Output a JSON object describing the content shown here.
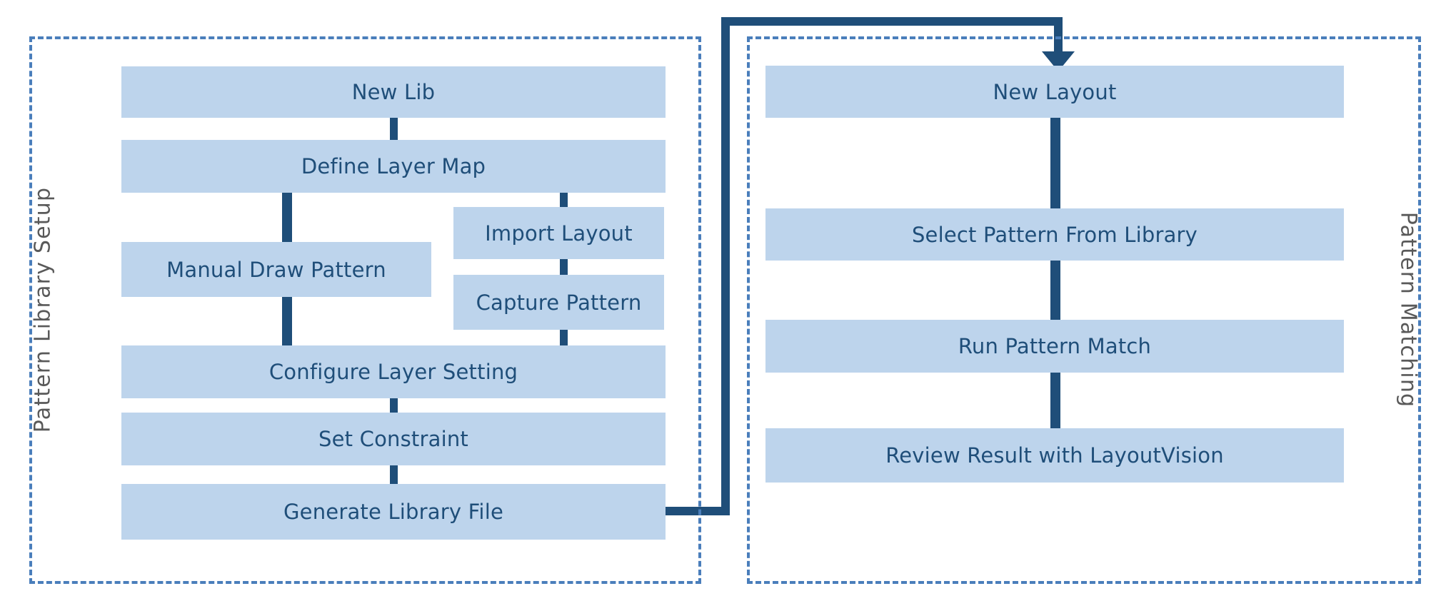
{
  "diagram": {
    "type": "flowchart",
    "colors": {
      "node_fill": "#bdd4ec",
      "node_text": "#1f4e79",
      "connector": "#1f4e79",
      "group_border": "#4a7ebb",
      "group_label_text": "#595959",
      "background": "#ffffff"
    },
    "groups": [
      {
        "id": "pattern-library-setup",
        "label": "Pattern Library Setup",
        "label_orientation": "vertical-left",
        "nodes": [
          {
            "id": "new-lib",
            "label": "New Lib"
          },
          {
            "id": "define-layer-map",
            "label": "Define Layer Map"
          },
          {
            "id": "manual-draw-pattern",
            "label": "Manual Draw Pattern"
          },
          {
            "id": "import-layout",
            "label": "Import Layout"
          },
          {
            "id": "capture-pattern",
            "label": "Capture Pattern"
          },
          {
            "id": "configure-layer-setting",
            "label": "Configure Layer Setting"
          },
          {
            "id": "set-constraint",
            "label": "Set Constraint"
          },
          {
            "id": "generate-library-file",
            "label": "Generate Library File"
          }
        ],
        "edges": [
          {
            "from": "new-lib",
            "to": "define-layer-map"
          },
          {
            "from": "define-layer-map",
            "to": "manual-draw-pattern"
          },
          {
            "from": "define-layer-map",
            "to": "import-layout"
          },
          {
            "from": "import-layout",
            "to": "capture-pattern"
          },
          {
            "from": "manual-draw-pattern",
            "to": "configure-layer-setting"
          },
          {
            "from": "capture-pattern",
            "to": "configure-layer-setting"
          },
          {
            "from": "configure-layer-setting",
            "to": "set-constraint"
          },
          {
            "from": "set-constraint",
            "to": "generate-library-file"
          }
        ]
      },
      {
        "id": "pattern-matching",
        "label": "Pattern Matching",
        "label_orientation": "vertical-right",
        "nodes": [
          {
            "id": "new-layout",
            "label": "New Layout"
          },
          {
            "id": "select-pattern-from-library",
            "label": "Select Pattern From Library"
          },
          {
            "id": "run-pattern-match",
            "label": "Run Pattern Match"
          },
          {
            "id": "review-result-with-layoutvision",
            "label": "Review Result with LayoutVision"
          }
        ],
        "edges": [
          {
            "from": "new-layout",
            "to": "select-pattern-from-library"
          },
          {
            "from": "select-pattern-from-library",
            "to": "run-pattern-match"
          },
          {
            "from": "run-pattern-match",
            "to": "review-result-with-layoutvision"
          }
        ]
      }
    ],
    "cross_group_edges": [
      {
        "from": "generate-library-file",
        "to": "new-layout",
        "arrowhead": true,
        "routing": "orthogonal-over-top"
      }
    ]
  }
}
